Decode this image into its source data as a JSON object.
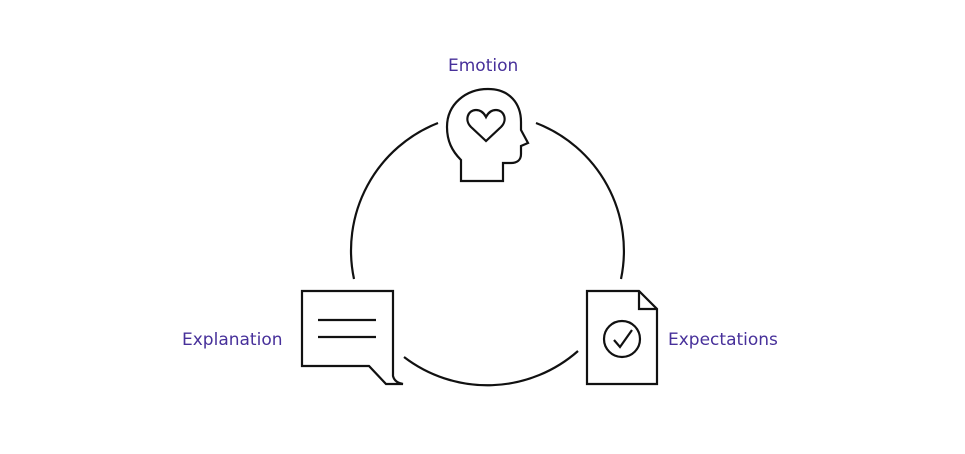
{
  "labels": {
    "emotion": "Emotion",
    "explanation": "Explanation",
    "expectations": "Expectations"
  },
  "icons": {
    "top": "head-with-heart-icon",
    "left": "speech-bubble-icon",
    "right": "document-checkmark-icon"
  },
  "colors": {
    "label_text": "#47309a",
    "line": "#111111",
    "background": "#ffffff"
  }
}
